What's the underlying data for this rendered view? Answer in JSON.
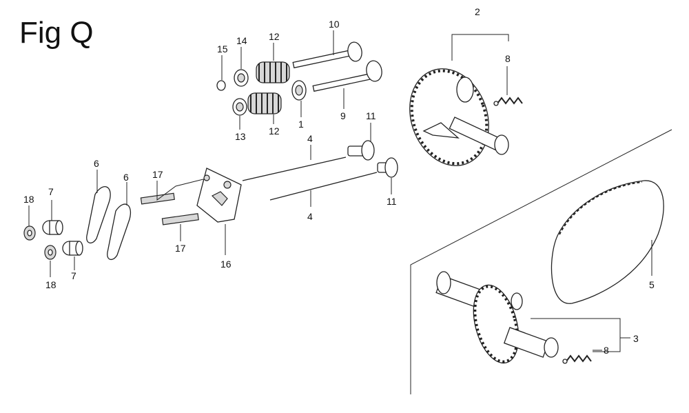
{
  "figure": {
    "title": "Fig Q",
    "labels": {
      "p15": "15",
      "p14": "14",
      "p12a": "12",
      "p12b": "12",
      "p13": "13",
      "p1": "1",
      "p10": "10",
      "p9": "9",
      "p2": "2",
      "p8a": "8",
      "p11a": "11",
      "p11b": "11",
      "p4a": "4",
      "p4b": "4",
      "p17a": "17",
      "p17b": "17",
      "p16": "16",
      "p6a": "6",
      "p6b": "6",
      "p7a": "7",
      "p7b": "7",
      "p18a": "18",
      "p18b": "18",
      "p5": "5",
      "p3": "3",
      "p8b": "8"
    }
  }
}
